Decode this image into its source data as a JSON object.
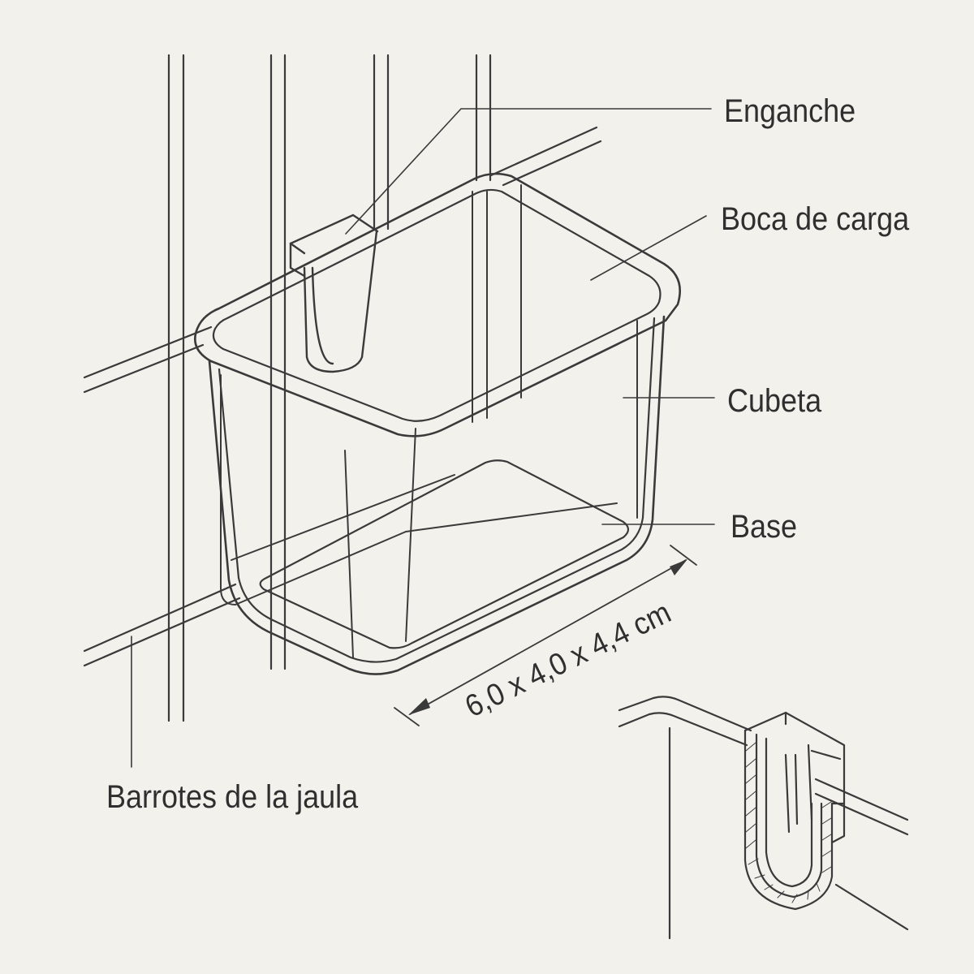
{
  "labels": {
    "hook": "Enganche",
    "mouth": "Boca de carga",
    "bowl": "Cubeta",
    "base": "Base",
    "bars": "Barrotes de la jaula"
  },
  "dimensions": "6,0 x 4,0 x 4,4 cm",
  "colors": {
    "background": "#f2f1ec",
    "line": "#3a3a3a",
    "text": "#2f2f2f"
  }
}
